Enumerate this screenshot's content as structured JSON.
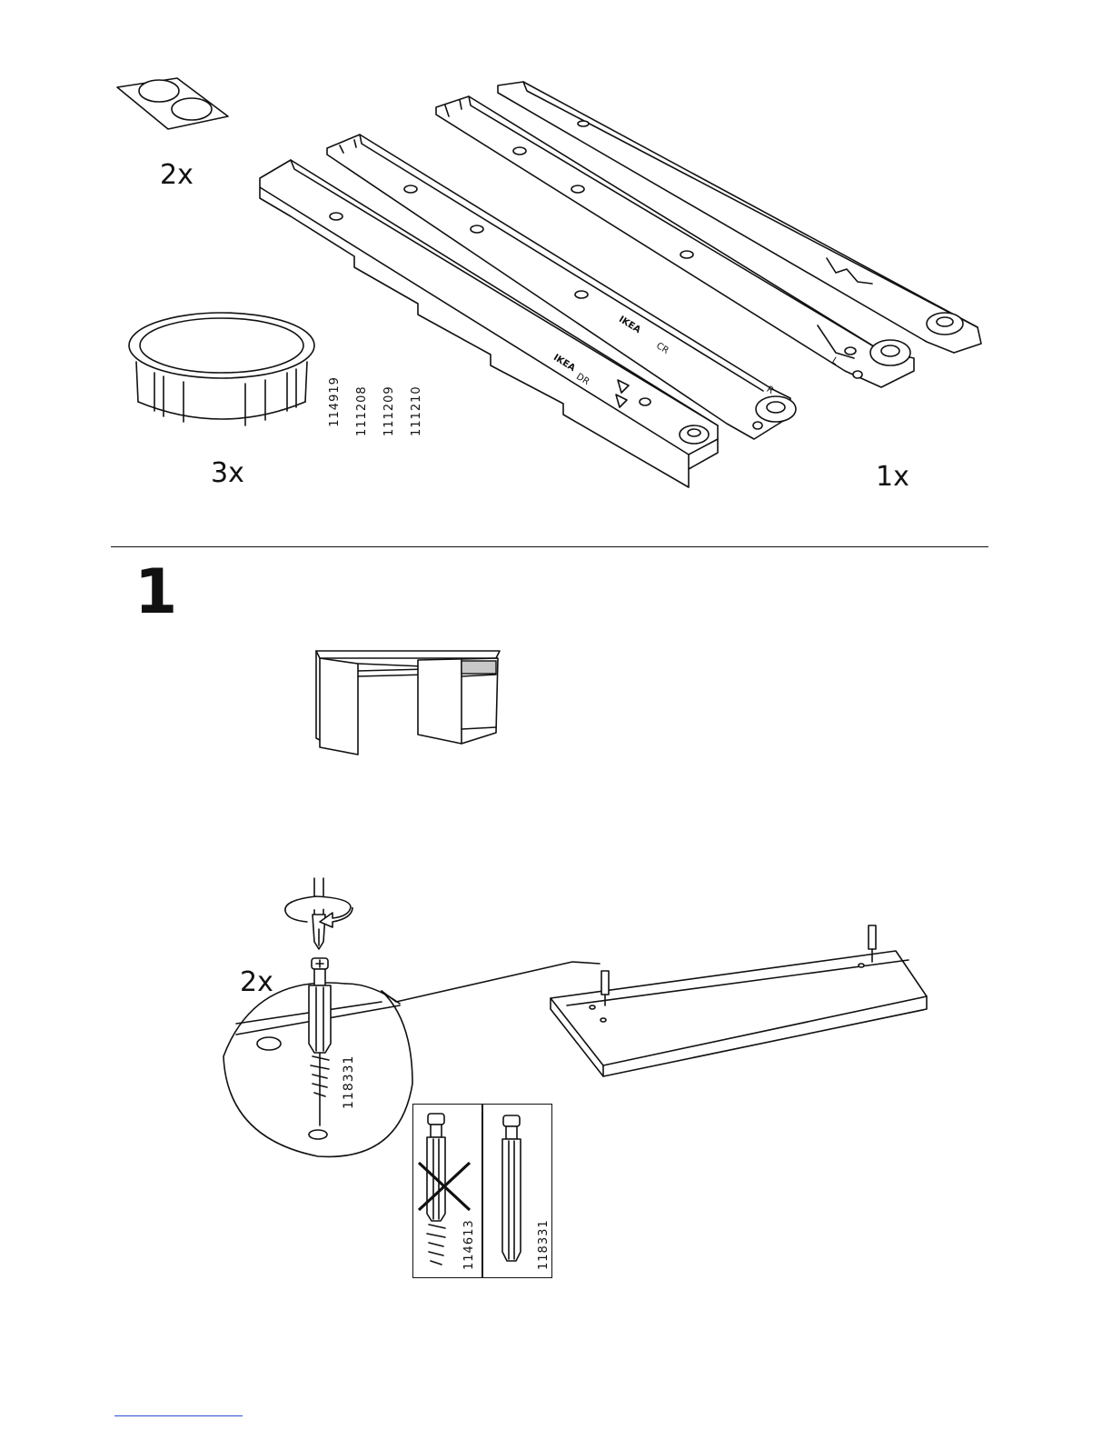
{
  "parts": {
    "pads": {
      "qty": "2x"
    },
    "caps": {
      "qty": "3x",
      "codes": [
        "114919",
        "111208",
        "111209",
        "111210"
      ]
    },
    "rails": {
      "qty": "1x",
      "marks": [
        "IKEA",
        "DR",
        "IKEA",
        "CR",
        "R",
        "L"
      ]
    }
  },
  "step": {
    "number": "1"
  },
  "dowel": {
    "qty": "2x",
    "code": "118331",
    "wrong_code": "114613",
    "right_code": "118331"
  }
}
